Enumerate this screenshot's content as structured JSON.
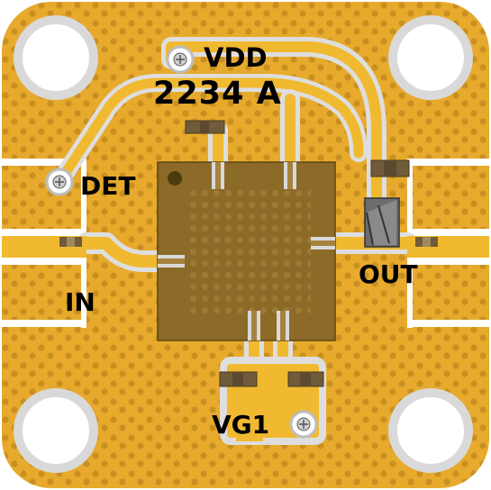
{
  "board": {
    "labels": {
      "vdd": "VDD",
      "part_number": "2234 A",
      "det": "DET",
      "in": "IN",
      "out": "OUT",
      "vg1": "VG1"
    },
    "colors": {
      "substrate": "#e6a92c",
      "gold_pad": "#f1b930",
      "trace_outline": "#d9d9d9",
      "via_dot": "#c08a1e",
      "die": "#8a6826",
      "component": "#6b5838",
      "background": "#ffffff"
    }
  }
}
